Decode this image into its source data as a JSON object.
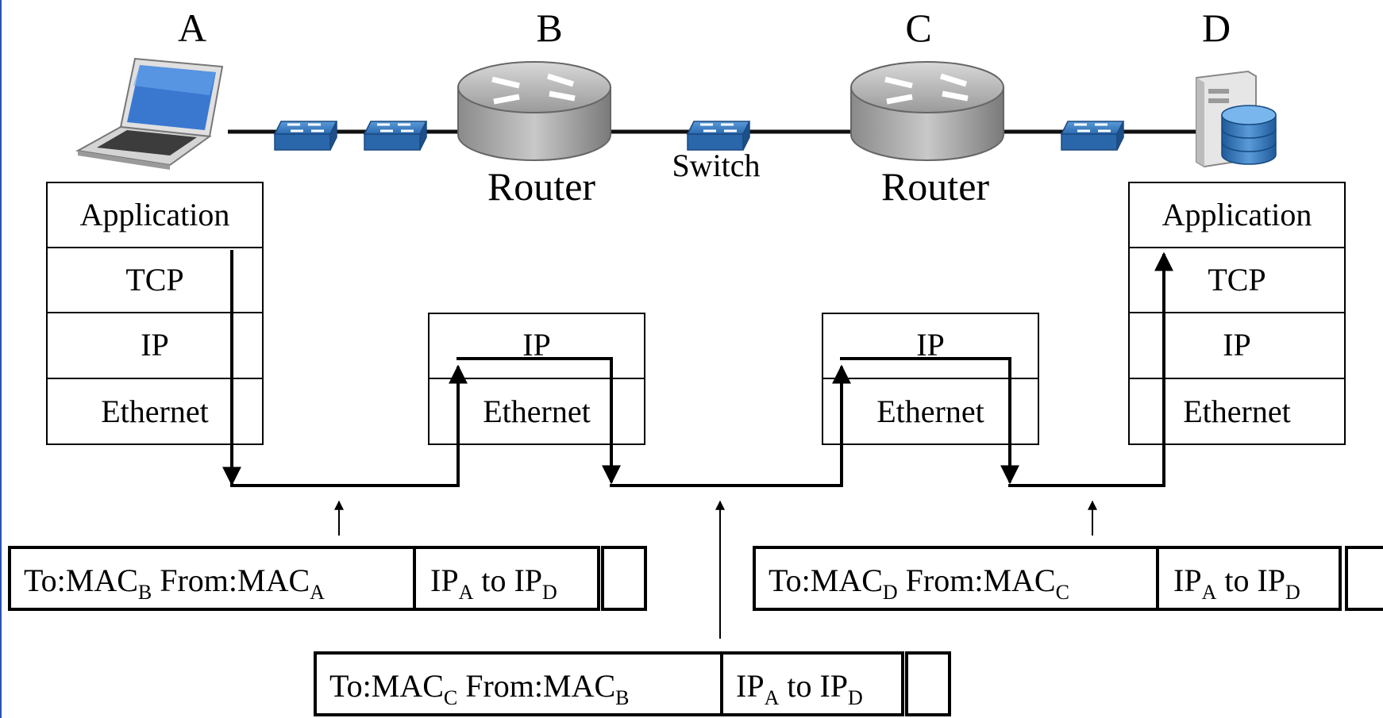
{
  "nodes": {
    "a": {
      "label": "A"
    },
    "b": {
      "label": "B",
      "device": "Router"
    },
    "c": {
      "label": "C",
      "device": "Router"
    },
    "d": {
      "label": "D"
    }
  },
  "switch_label": "Switch",
  "host_a_stack": [
    "Application",
    "TCP",
    "IP",
    "Ethernet"
  ],
  "router_b_stack": [
    "IP",
    "Ethernet"
  ],
  "router_c_stack": [
    "IP",
    "Ethernet"
  ],
  "host_d_stack": [
    "Application",
    "TCP",
    "IP",
    "Ethernet"
  ],
  "frames": [
    {
      "header_to": "To:MAC",
      "to_sub": "B",
      "header_from": " From:MAC",
      "from_sub": "A",
      "ip_src": "IP",
      "src_sub": "A",
      "ip_mid": " to IP",
      "dst_sub": "D"
    },
    {
      "header_to": "To:MAC",
      "to_sub": "C",
      "header_from": " From:MAC",
      "from_sub": "B",
      "ip_src": "IP",
      "src_sub": "A",
      "ip_mid": " to IP",
      "dst_sub": "D"
    },
    {
      "header_to": "To:MAC",
      "to_sub": "D",
      "header_from": " From:MAC",
      "from_sub": "C",
      "ip_src": "IP",
      "src_sub": "A",
      "ip_mid": " to IP",
      "dst_sub": "D"
    }
  ],
  "icons": [
    "laptop-icon",
    "switch-icon",
    "router-icon",
    "server-database-icon"
  ]
}
